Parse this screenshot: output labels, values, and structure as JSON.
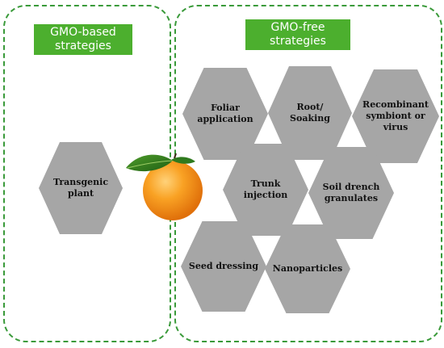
{
  "panels": {
    "gmo_based": {
      "title": "GMO-based\nstrategies",
      "items": [
        "Transgenic\nplant"
      ]
    },
    "gmo_free": {
      "title": "GMO-free\nstrategies",
      "items": [
        "Foliar\napplication",
        "Root/\nSoaking",
        "Recombinant\nsymbiont or\nvirus",
        "Trunk\ninjection",
        "Soil drench\ngranulates",
        "Seed dressing",
        "Nanoparticles"
      ]
    }
  },
  "colors": {
    "border": "#3a9a3a",
    "title_fill": "#4caf2e",
    "hexagon_fill": "#a6a6a6",
    "orange": "#f7941d"
  },
  "icons": [
    "orange-fruit-icon",
    "leaf-icon"
  ]
}
